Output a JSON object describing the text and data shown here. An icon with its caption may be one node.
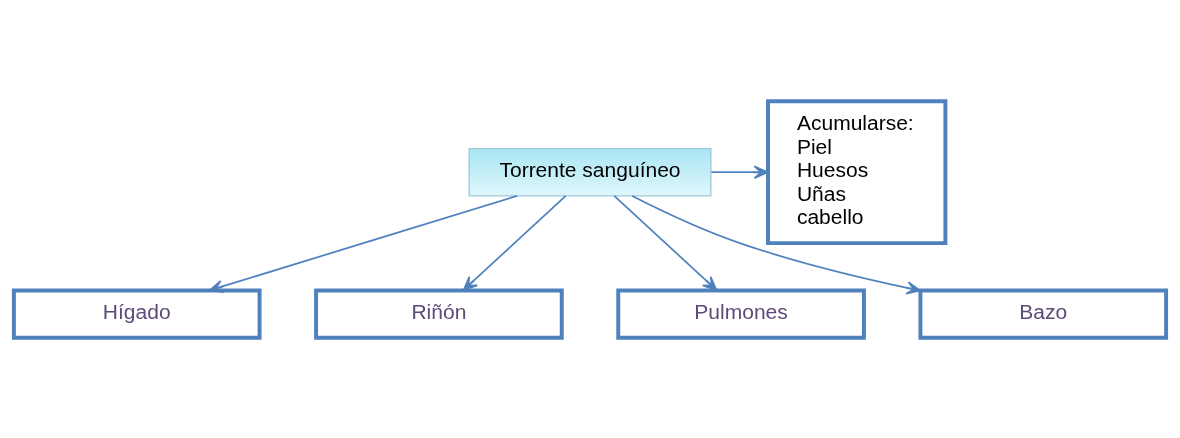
{
  "diagram": {
    "nodes": [
      {
        "text": [
          "Torrente sanguíneo"
        ]
      },
      {
        "text": [
          "Acumularse:",
          "Piel",
          "Huesos",
          "Uñas",
          "cabello"
        ]
      },
      {
        "text": [
          "Hígado"
        ]
      },
      {
        "text": [
          "Riñón"
        ]
      },
      {
        "text": [
          "Pulmones"
        ]
      },
      {
        "text": [
          "Bazo"
        ]
      }
    ],
    "edges": [
      {
        "from": 0,
        "to": 1,
        "arrow": "to"
      },
      {
        "from": 0,
        "to": 2,
        "arrow": "to"
      },
      {
        "from": 0,
        "to": 3,
        "arrow": "to"
      },
      {
        "from": 0,
        "to": 4,
        "arrow": "to"
      },
      {
        "from": 0,
        "to": 5,
        "arrow": "to"
      }
    ]
  }
}
